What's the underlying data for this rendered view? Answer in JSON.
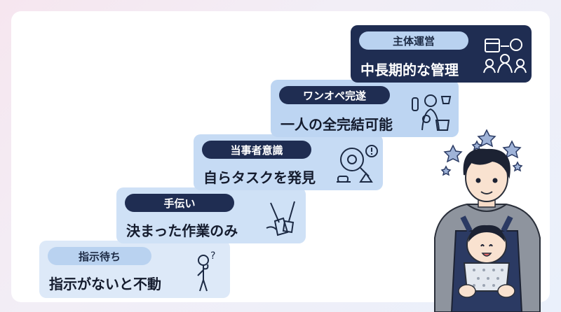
{
  "steps": [
    {
      "badge": "指示待ち",
      "text": "指示がないと不動",
      "icon": "thinking-person-icon"
    },
    {
      "badge": "手伝い",
      "text": "決まった作業のみ",
      "icon": "broom-helping-icon"
    },
    {
      "badge": "当事者意識",
      "text": "自らタスクを発見",
      "icon": "magnifier-discovery-icon"
    },
    {
      "badge": "ワンオペ完遂",
      "text": "一人の全完結可能",
      "icon": "parent-multitask-icon"
    },
    {
      "badge": "主体運営",
      "text": "中長期的な管理",
      "icon": "calendar-team-management-icon"
    }
  ],
  "colors": {
    "navy": "#1f2d52",
    "light_blue": "#b9d2f0"
  },
  "illustration": "father-with-baby-illustration"
}
